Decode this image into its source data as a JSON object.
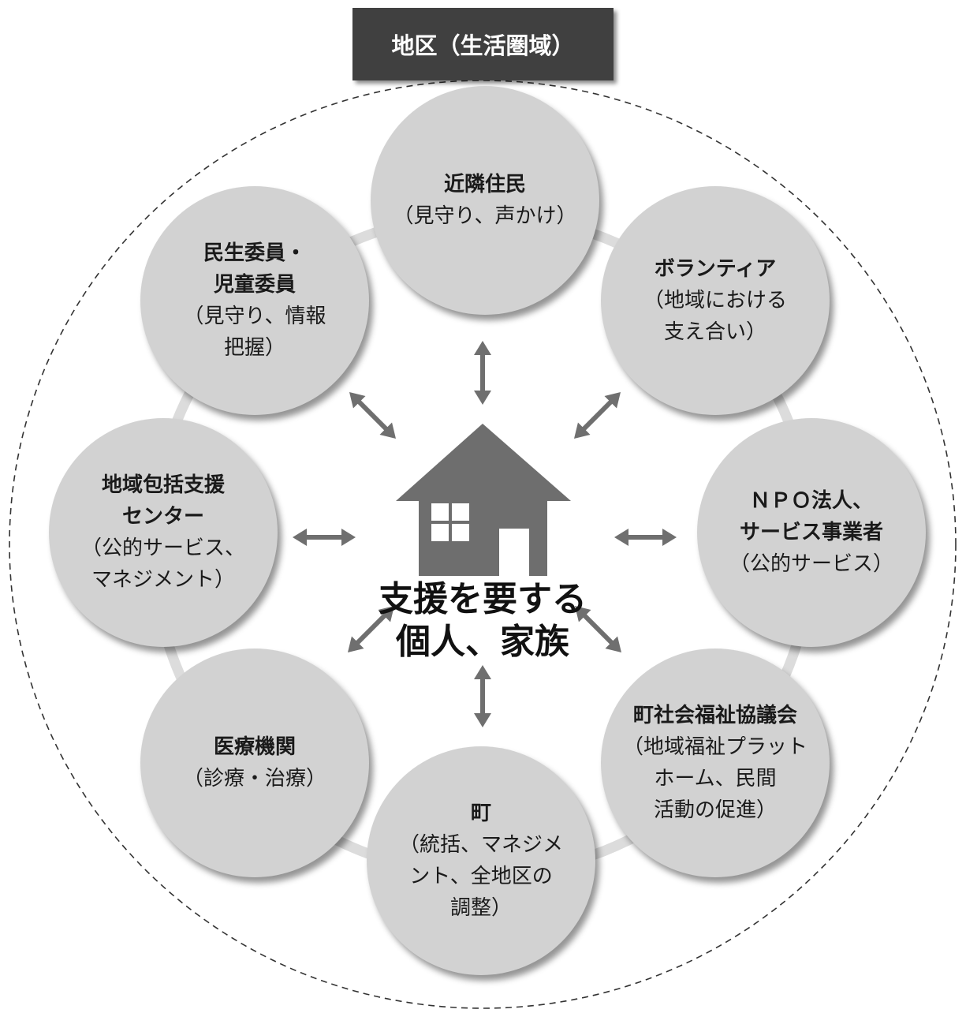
{
  "region_label": "地区（生活圏域）",
  "center": {
    "label": "支援を要する\n個人、家族"
  },
  "nodes": [
    {
      "id": "neighbors",
      "title": "近隣住民",
      "desc": "（見守り、声かけ）"
    },
    {
      "id": "volunteer",
      "title": "ボランティア",
      "desc": "（地域における\n支え合い）"
    },
    {
      "id": "npo",
      "title": "ＮＰＯ法人、\nサービス事業者",
      "desc": "（公的サービス）"
    },
    {
      "id": "council",
      "title": "町社会福祉協議会",
      "desc": "（地域福祉プラット\nホーム、民間\n活動の促進）"
    },
    {
      "id": "town",
      "title": "町",
      "desc": "（統括、マネジメ\nント、全地区の\n調整）"
    },
    {
      "id": "medical",
      "title": "医療機関",
      "desc": "（診療・治療）"
    },
    {
      "id": "support-center",
      "title": "地域包括支援\nセンター",
      "desc": "（公的サービス、\nマネジメント）"
    },
    {
      "id": "welfare-commissioner",
      "title": "民生委員・\n児童委員",
      "desc": "（見守り、情報\n把握）"
    }
  ],
  "colors": {
    "header_bg": "#404040",
    "node_fill": "#d2d2d2",
    "ring": "#dcdcdc",
    "arrow": "#6f6f6f",
    "house": "#6e6e6e",
    "boundary": "#333333"
  },
  "icons": {
    "house": "house-icon",
    "arrows": "double-arrow-icon"
  }
}
